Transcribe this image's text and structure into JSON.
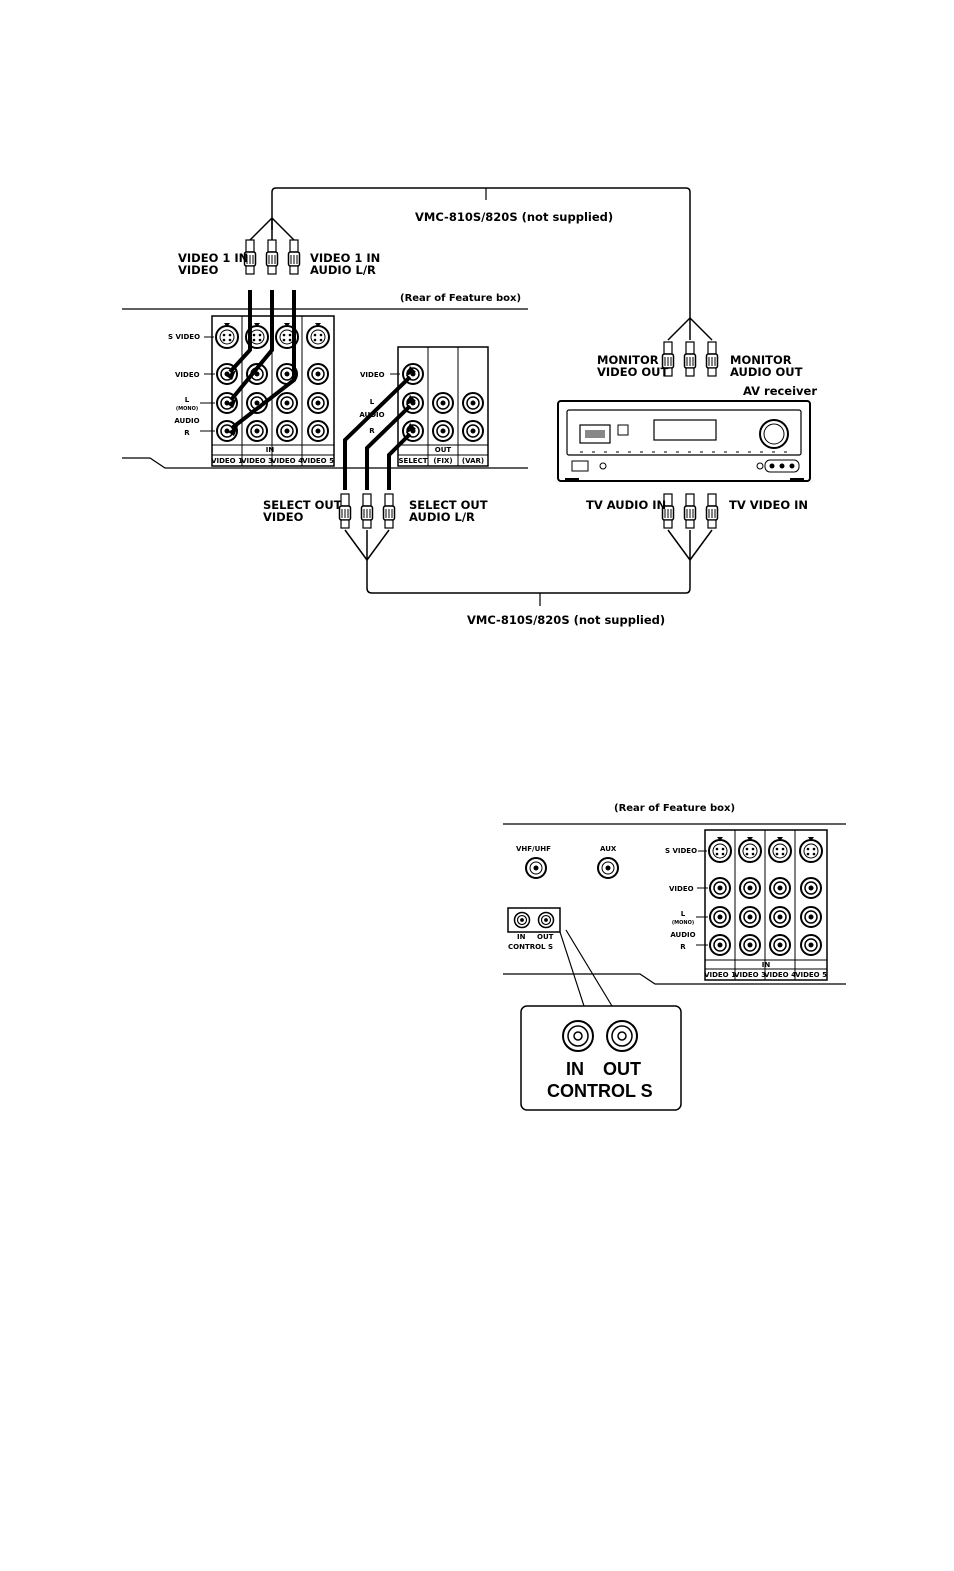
{
  "diagram1": {
    "cable_top": "VMC-810S/820S (not supplied)",
    "cable_bottom": "VMC-810S/820S (not supplied)",
    "rear_label": "(Rear of Feature box)",
    "video1_in_video": [
      "VIDEO 1 IN",
      "VIDEO"
    ],
    "video1_in_audio": [
      "VIDEO 1 IN",
      "AUDIO L/R"
    ],
    "monitor_video_out": [
      "MONITOR",
      "VIDEO OUT"
    ],
    "monitor_audio_out": [
      "MONITOR",
      "AUDIO OUT"
    ],
    "av_receiver": "AV receiver",
    "select_out_video": [
      "SELECT OUT",
      "VIDEO"
    ],
    "select_out_audio": [
      "SELECT OUT",
      "AUDIO L/R"
    ],
    "tv_audio_in": "TV AUDIO IN",
    "tv_video_in": "TV VIDEO IN",
    "panel": {
      "s_video": "S VIDEO",
      "video": "VIDEO",
      "l": "L",
      "mono": "(MONO)",
      "audio": "AUDIO",
      "r": "R",
      "in": "IN",
      "columns": [
        "VIDEO 1",
        "VIDEO 3",
        "VIDEO 4",
        "VIDEO 5"
      ]
    },
    "out_panel": {
      "video": "VIDEO",
      "l": "L",
      "audio": "AUDIO",
      "r": "R",
      "out": "OUT",
      "columns": [
        "SELECT",
        "(FIX)",
        "(VAR)"
      ]
    }
  },
  "diagram2": {
    "rear_label": "(Rear of Feature box)",
    "vhf_uhf": "VHF/UHF",
    "aux": "AUX",
    "s_video": "S VIDEO",
    "video": "VIDEO",
    "l": "L",
    "mono": "(MONO)",
    "audio": "AUDIO",
    "r": "R",
    "in": "IN",
    "columns": [
      "VIDEO 1",
      "VIDEO 3",
      "VIDEO 4",
      "VIDEO 5"
    ],
    "control_in": "IN",
    "control_out": "OUT",
    "control_s": "CONTROL S",
    "zoom_in": "IN",
    "zoom_out": "OUT",
    "zoom_control_s": "CONTROL S"
  }
}
